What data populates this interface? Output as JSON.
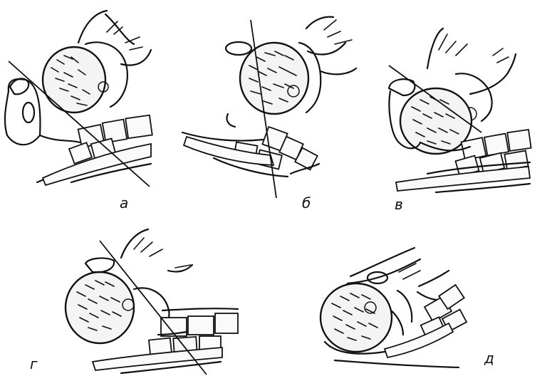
{
  "panels": [
    {
      "id": "a",
      "label": "а"
    },
    {
      "id": "b",
      "label": "б"
    },
    {
      "id": "v",
      "label": "в"
    },
    {
      "id": "g",
      "label": "г"
    },
    {
      "id": "d",
      "label": "д"
    }
  ]
}
